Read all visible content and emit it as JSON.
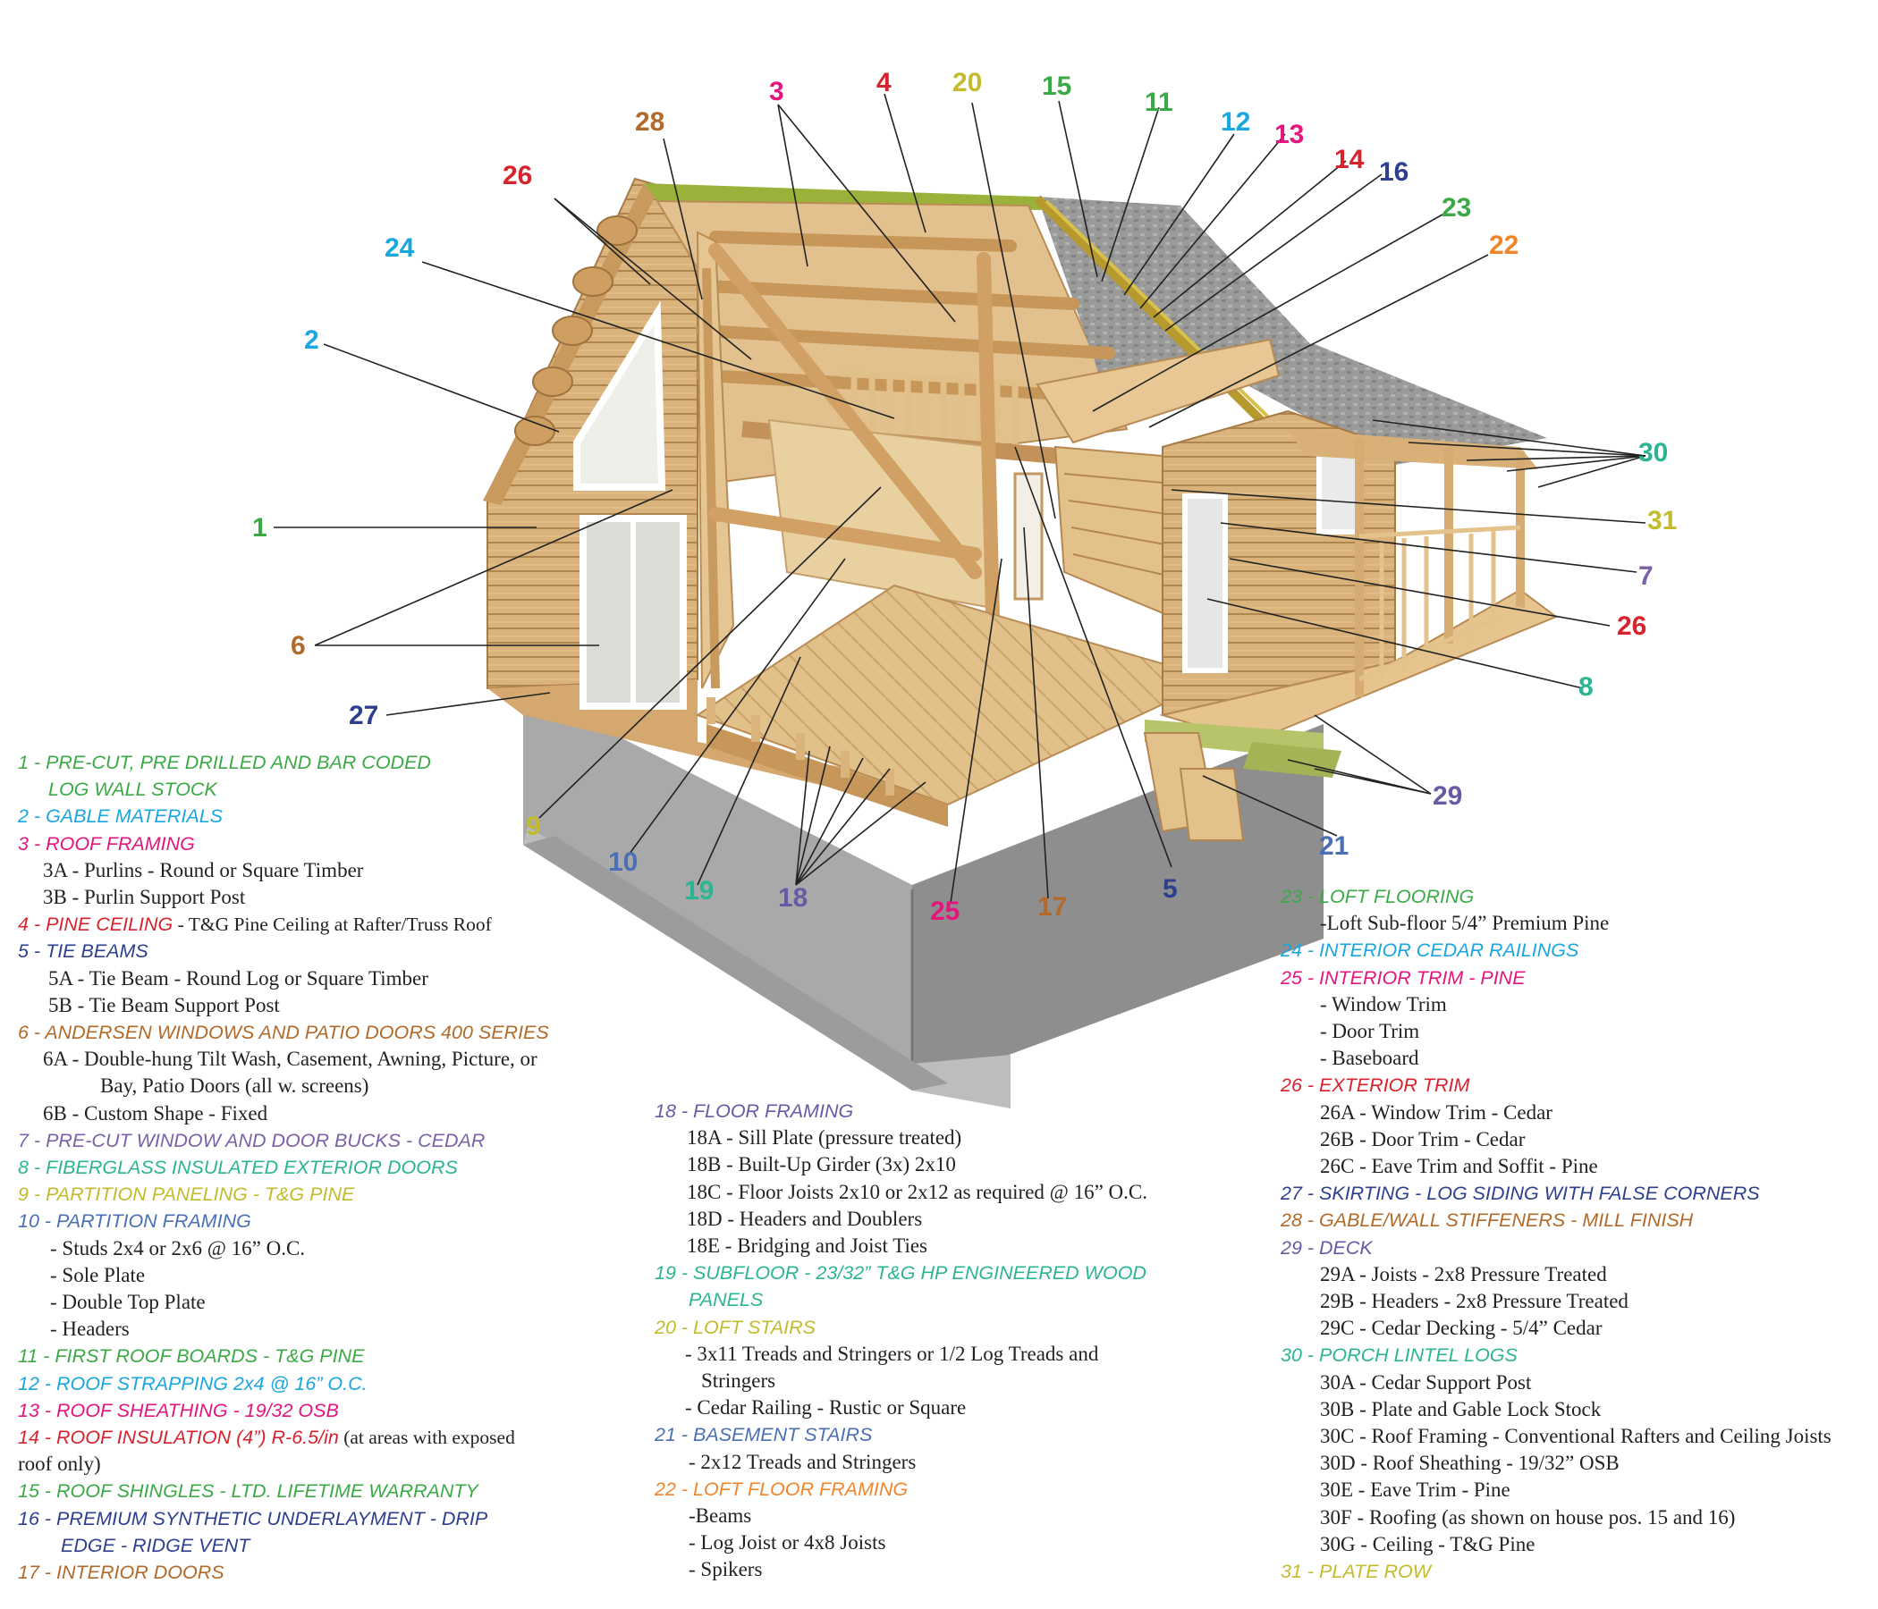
{
  "colors": {
    "green": "#3BAA46",
    "cyan": "#1AA6DF",
    "magenta": "#E4157D",
    "red": "#D7232E",
    "navy": "#2E3F8F",
    "brown": "#B26A2A",
    "purple": "#7B62A8",
    "teal": "#2BB592",
    "olive": "#C2BC2C",
    "indigo": "#6A5AA6",
    "orange": "#F0862C",
    "blue": "#4A6FB5",
    "slate": "#35489A"
  },
  "callouts": [
    {
      "id": "1",
      "color": "green"
    },
    {
      "id": "2",
      "color": "cyan"
    },
    {
      "id": "3",
      "color": "magenta"
    },
    {
      "id": "4",
      "color": "red"
    },
    {
      "id": "5",
      "color": "navy"
    },
    {
      "id": "6",
      "color": "brown"
    },
    {
      "id": "7",
      "color": "purple"
    },
    {
      "id": "8",
      "color": "teal"
    },
    {
      "id": "9",
      "color": "olive"
    },
    {
      "id": "10",
      "color": "blue"
    },
    {
      "id": "11",
      "color": "green"
    },
    {
      "id": "12",
      "color": "cyan"
    },
    {
      "id": "13",
      "color": "magenta"
    },
    {
      "id": "14",
      "color": "red"
    },
    {
      "id": "15",
      "color": "green"
    },
    {
      "id": "16",
      "color": "navy"
    },
    {
      "id": "17",
      "color": "brown"
    },
    {
      "id": "18",
      "color": "indigo"
    },
    {
      "id": "19",
      "color": "teal"
    },
    {
      "id": "20",
      "color": "olive"
    },
    {
      "id": "21",
      "color": "blue"
    },
    {
      "id": "22",
      "color": "orange"
    },
    {
      "id": "23",
      "color": "green"
    },
    {
      "id": "24",
      "color": "cyan"
    },
    {
      "id": "25",
      "color": "magenta"
    },
    {
      "id": "26",
      "color": "red"
    },
    {
      "id": "26",
      "color": "red"
    },
    {
      "id": "27",
      "color": "navy"
    },
    {
      "id": "28",
      "color": "brown"
    },
    {
      "id": "29",
      "color": "indigo"
    },
    {
      "id": "30",
      "color": "teal"
    },
    {
      "id": "31",
      "color": "olive"
    }
  ],
  "legend": {
    "col1": [
      {
        "head": "1 - PRE-CUT, PRE DRILLED AND BAR CODED",
        "color": "green"
      },
      {
        "head": "LOG WALL STOCK",
        "color": "green",
        "indent": true
      },
      {
        "head": "2 - GABLE MATERIALS",
        "color": "cyan"
      },
      {
        "head": "3 - ROOF FRAMING",
        "color": "magenta",
        "items": [
          "3A - Purlins - Round or Square Timber",
          "3B - Purlin Support Post"
        ]
      },
      {
        "head": "4 - PINE CEILING",
        "suffix": " - T&G Pine Ceiling at Rafter/Truss Roof",
        "color": "red"
      },
      {
        "head": "5 - TIE BEAMS",
        "color": "navy",
        "items": [
          "5A - Tie Beam - Round Log or Square Timber",
          "5B - Tie Beam Support Post"
        ]
      },
      {
        "head": "6 - ANDERSEN WINDOWS AND PATIO DOORS 400 SERIES",
        "color": "brown",
        "items": [
          "6A - Double-hung Tilt Wash, Casement, Awning, Picture, or",
          "Bay, Patio Doors (all w. screens)",
          "6B - Custom Shape - Fixed"
        ]
      },
      {
        "head": "7 - PRE-CUT WINDOW AND DOOR BUCKS - CEDAR",
        "color": "purple"
      },
      {
        "head": "8 - FIBERGLASS INSULATED EXTERIOR DOORS",
        "color": "teal"
      },
      {
        "head": "9 - PARTITION PANELING - T&G PINE",
        "color": "olive"
      },
      {
        "head": "10 - PARTITION FRAMING",
        "color": "blue",
        "items": [
          "- Studs 2x4 or 2x6 @ 16” O.C.",
          "- Sole Plate",
          "- Double Top Plate",
          "- Headers"
        ]
      },
      {
        "head": "11 - FIRST ROOF BOARDS - T&G PINE",
        "color": "green"
      },
      {
        "head": "12 - ROOF STRAPPING 2x4 @ 16” O.C.",
        "color": "cyan"
      },
      {
        "head": "13 - ROOF SHEATHING - 19/32 OSB",
        "color": "magenta"
      },
      {
        "head": "14 - ROOF INSULATION (4”) R-6.5/in",
        "suffix": " (at areas with exposed",
        "color": "red"
      },
      {
        "text": "roof only)"
      },
      {
        "head": "15 - ROOF SHINGLES - LTD. LIFETIME WARRANTY",
        "color": "green"
      },
      {
        "head": "16 - PREMIUM SYNTHETIC UNDERLAYMENT - DRIP",
        "color": "navy"
      },
      {
        "head": "EDGE - RIDGE VENT",
        "color": "navy",
        "indent": true
      },
      {
        "head": "17 - INTERIOR DOORS",
        "color": "brown"
      }
    ],
    "col2": [
      {
        "head": "18 - FLOOR FRAMING",
        "color": "indigo",
        "items": [
          "18A - Sill Plate (pressure treated)",
          "18B - Built-Up Girder (3x) 2x10",
          "18C - Floor Joists 2x10 or 2x12 as required @ 16” O.C.",
          "18D - Headers and Doublers",
          "18E - Bridging and Joist Ties"
        ]
      },
      {
        "head": "19 - SUBFLOOR - 23/32” T&G HP ENGINEERED WOOD",
        "color": "teal"
      },
      {
        "head": "PANELS",
        "color": "teal",
        "indent": true
      },
      {
        "head": "20 - LOFT STAIRS",
        "color": "olive",
        "items": [
          "- 3x11 Treads and Stringers or 1/2 Log Treads and",
          "Stringers",
          "- Cedar Railing - Rustic or Square"
        ]
      },
      {
        "head": "21 - BASEMENT STAIRS",
        "color": "blue",
        "items": [
          "- 2x12 Treads and Stringers"
        ]
      },
      {
        "head": "22 - LOFT FLOOR FRAMING",
        "color": "orange",
        "items": [
          "-Beams",
          "- Log Joist or 4x8 Joists",
          "- Spikers"
        ]
      }
    ],
    "col3": [
      {
        "head": "23 - LOFT FLOORING",
        "color": "green",
        "items": [
          "-Loft Sub-floor 5/4” Premium Pine"
        ]
      },
      {
        "head": "24 - INTERIOR CEDAR RAILINGS",
        "color": "cyan"
      },
      {
        "head": "25 - INTERIOR TRIM - PINE",
        "color": "magenta",
        "items": [
          "- Window Trim",
          "- Door Trim",
          "- Baseboard"
        ]
      },
      {
        "head": "26 - EXTERIOR TRIM",
        "color": "red",
        "items": [
          "26A - Window Trim - Cedar",
          "26B - Door Trim - Cedar",
          "26C - Eave Trim and Soffit - Pine"
        ]
      },
      {
        "head": "27 - SKIRTING - LOG SIDING WITH FALSE CORNERS",
        "color": "navy"
      },
      {
        "head": "28 - GABLE/WALL STIFFENERS - MILL FINISH",
        "color": "brown"
      },
      {
        "head": "29 - DECK",
        "color": "indigo",
        "items": [
          "29A - Joists - 2x8 Pressure Treated",
          "29B - Headers - 2x8 Pressure Treated",
          "29C - Cedar Decking - 5/4” Cedar"
        ]
      },
      {
        "head": "30 - PORCH LINTEL LOGS",
        "color": "teal",
        "items": [
          "30A - Cedar Support Post",
          "30B - Plate and Gable Lock Stock",
          "30C - Roof Framing - Conventional Rafters and Ceiling Joists",
          "30D - Roof Sheathing - 19/32” OSB",
          "30E - Eave Trim - Pine",
          "30F - Roofing (as shown on house pos. 15 and 16)",
          "30G - Ceiling - T&G Pine"
        ]
      },
      {
        "head": "31 - PLATE ROW",
        "color": "olive"
      }
    ]
  }
}
